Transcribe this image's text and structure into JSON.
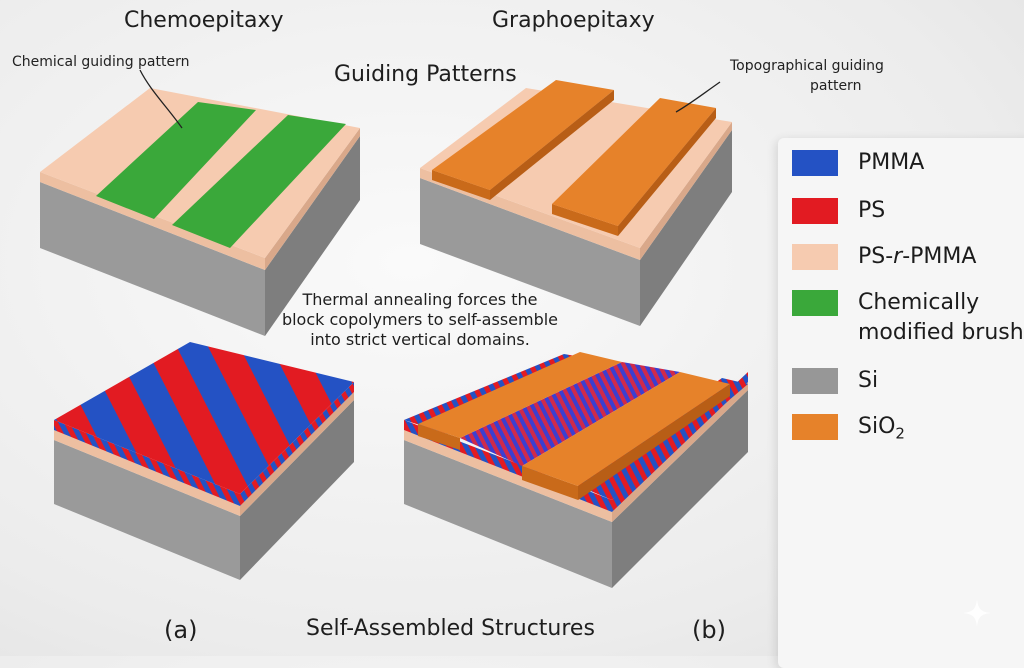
{
  "titles": {
    "chemoepitaxy": "Chemoepitaxy",
    "graphoepitaxy": "Graphoepitaxy",
    "guiding_patterns": "Guiding Patterns",
    "self_assembled": "Self-Assembled Structures"
  },
  "callouts": {
    "chemical": "Chemical guiding pattern",
    "topographical_line1": "Topographical guiding",
    "topographical_line2": "pattern"
  },
  "annealing_note": [
    "Thermal annealing forces the",
    "block copolymers to self-assemble",
    "into strict vertical domains."
  ],
  "panel_labels": {
    "a": "(a)",
    "b": "(b)"
  },
  "legend": [
    {
      "label": "PMMA",
      "color": "#2452c4"
    },
    {
      "label": "PS",
      "color": "#e21b22"
    },
    {
      "label": "PS-r-PMMA",
      "prefix": "PS-",
      "italic": "r",
      "suffix": "-PMMA",
      "color": "#f6cbb0"
    },
    {
      "label": "Chemically modified brush",
      "color": "#3aa83a"
    },
    {
      "label": "Si",
      "color": "#979797"
    },
    {
      "label": "SiO2",
      "prefix": "SiO",
      "sub": "2",
      "color": "#e6822a"
    }
  ],
  "colors": {
    "pmma": "#2452c4",
    "ps": "#e21b22",
    "brush": "#3aa83a",
    "prpmma": "#f6cbb0",
    "si": "#979797",
    "sio2": "#e6822a"
  },
  "icons": {
    "corner": "sparkle-icon"
  }
}
